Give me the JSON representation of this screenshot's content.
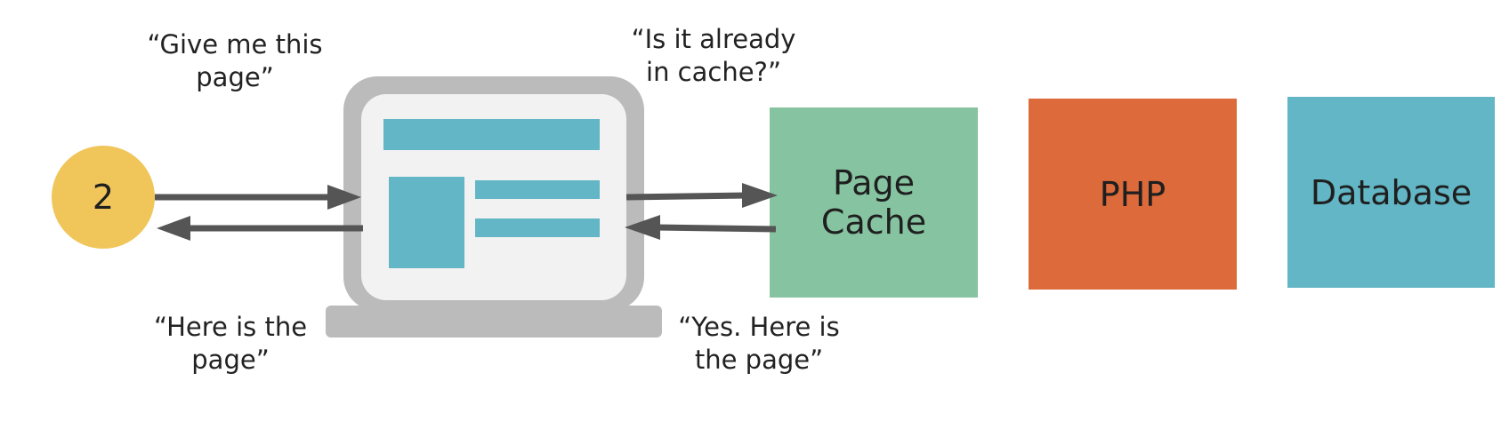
{
  "step": {
    "number": "2",
    "color": "#F0C65A"
  },
  "captions": {
    "request_to_browser": [
      "“Give me this",
      "page”"
    ],
    "response_from_browser": [
      "“Here is the",
      "page”"
    ],
    "query_cache": [
      "“Is it already",
      "in cache?”"
    ],
    "cache_reply": [
      "“Yes. Here is",
      "the page”"
    ]
  },
  "boxes": {
    "page_cache": {
      "lines": [
        "Page",
        "Cache"
      ],
      "color": "#86C4A1"
    },
    "php": {
      "lines": [
        "PHP"
      ],
      "color": "#DC6A3A"
    },
    "database": {
      "lines": [
        "Database"
      ],
      "color": "#62B6C5"
    }
  },
  "colors": {
    "arrow": "#555555",
    "laptop_frame": "#BBBBBB",
    "screen": "#F2F2F2",
    "page_elements": "#62B6C5"
  }
}
